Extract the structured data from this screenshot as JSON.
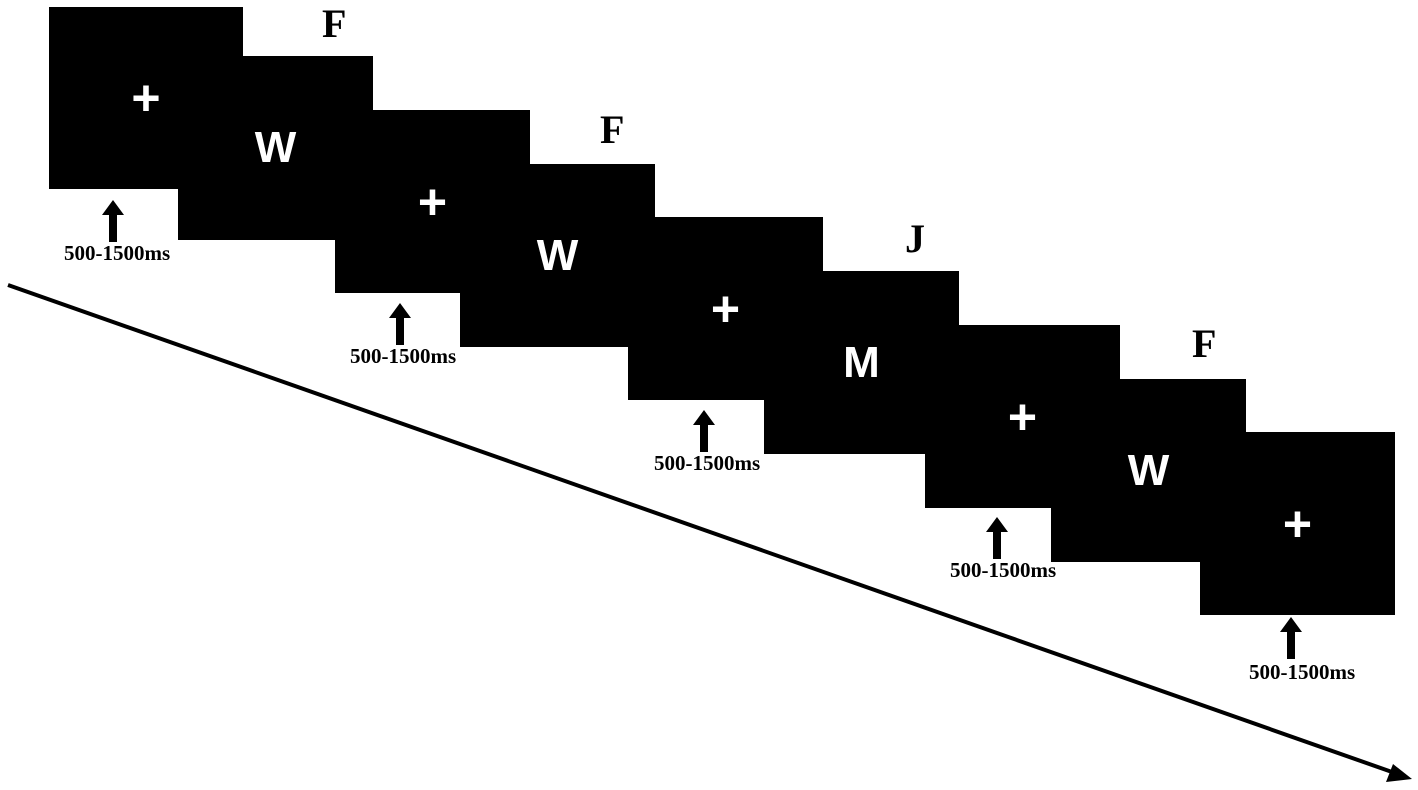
{
  "colors": {
    "screen": "#000000",
    "stimulus": "#ffffff",
    "text": "#000000",
    "background": "#ffffff"
  },
  "screens": [
    {
      "kind": "fixation",
      "symbol": "+"
    },
    {
      "kind": "stimulus",
      "symbol": "W"
    },
    {
      "kind": "fixation",
      "symbol": "+"
    },
    {
      "kind": "stimulus",
      "symbol": "W"
    },
    {
      "kind": "fixation",
      "symbol": "+"
    },
    {
      "kind": "stimulus",
      "symbol": "M"
    },
    {
      "kind": "fixation",
      "symbol": "+"
    },
    {
      "kind": "stimulus",
      "symbol": "W"
    },
    {
      "kind": "fixation",
      "symbol": "+"
    }
  ],
  "response_keys": [
    "F",
    "F",
    "J",
    "F"
  ],
  "durations": [
    "500-1500ms",
    "500-1500ms",
    "500-1500ms",
    "500-1500ms",
    "500-1500ms"
  ],
  "timeline": {
    "icon": "arrow-icon"
  }
}
